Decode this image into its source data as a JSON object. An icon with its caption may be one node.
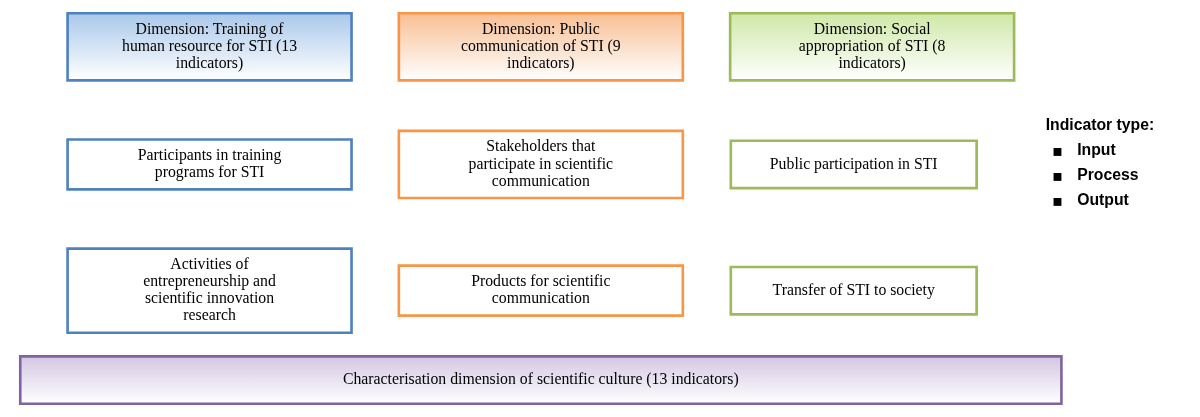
{
  "diagram": {
    "nodes": [
      {
        "text": [
          "Dimension: Training of human resource for STI (13 indicators)"
        ]
      },
      {
        "text": [
          "Dimension: Public communication of STI (9 indicators)"
        ]
      },
      {
        "text": [
          "Dimension: Social appropriation of STI (8 indicators)"
        ]
      },
      {
        "text": [
          "Participants in training programs for STI"
        ]
      },
      {
        "text": [
          "Stakeholders that participate in scientific communication"
        ]
      },
      {
        "text": [
          "Public participation in STI"
        ]
      },
      {
        "text": [
          "Activities of entrepreneurship and scientific innovation research"
        ]
      },
      {
        "text": [
          "Products for scientific communication"
        ]
      },
      {
        "text": [
          "Transfer of STI to society"
        ]
      },
      {
        "text": [
          "Characterisation dimension of scientific culture (13 indicators)"
        ]
      }
    ],
    "labels": [
      "Indicator type:",
      "Input",
      "Process",
      "Output"
    ]
  }
}
